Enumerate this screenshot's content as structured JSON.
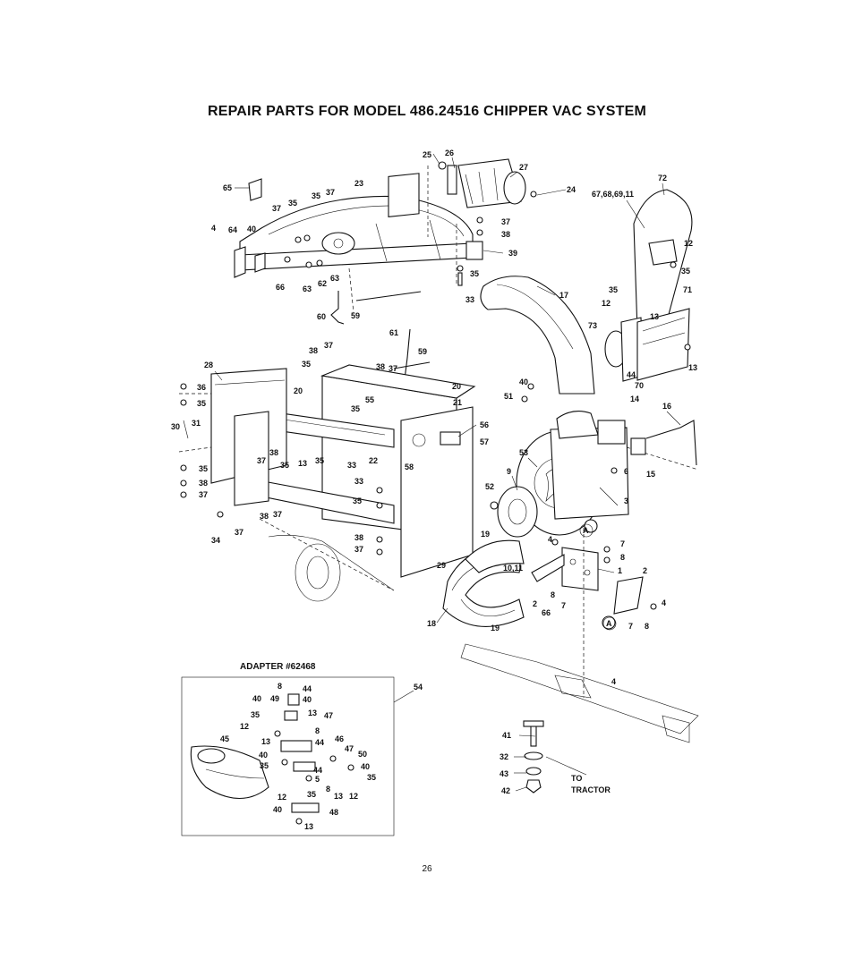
{
  "title": "REPAIR PARTS FOR MODEL 486.24516 CHIPPER VAC SYSTEM",
  "page_number": "26",
  "adapter_heading": "ADAPTER #62468",
  "adapter_ref": "54",
  "tractor_label_line1": "TO",
  "tractor_label_line2": "TRACTOR",
  "callout_a": "A",
  "callouts": {
    "c25": "25",
    "c26": "26",
    "c27": "27",
    "c24": "24",
    "c23": "23",
    "c65": "65",
    "c37a": "37",
    "c35a": "35",
    "c35b": "35",
    "c37b": "37",
    "c4a": "4",
    "c64": "64",
    "c40a": "40",
    "c66a": "66",
    "c63a": "63",
    "c62": "62",
    "c63b": "63",
    "c37c": "37",
    "c38a": "38",
    "c39": "39",
    "c35c": "35",
    "c33a": "33",
    "c72": "72",
    "c67": "67,68,69,11",
    "c12a": "12",
    "c35d": "35",
    "c17": "17",
    "c71": "71",
    "c35e": "35",
    "c12b": "12",
    "c13a": "13",
    "c73": "73",
    "c13b": "13",
    "c44a": "44",
    "c70": "70",
    "c60": "60",
    "c59a": "59",
    "c61": "61",
    "c59b": "59",
    "c38b": "38",
    "c37d": "37",
    "c35f": "35",
    "c38c": "38",
    "c37e": "37",
    "c28": "28",
    "c36": "36",
    "c35g": "35",
    "c20a": "20",
    "c20b": "20",
    "c21": "21",
    "c55": "55",
    "c35h": "35",
    "c30": "30",
    "c31": "31",
    "c56": "56",
    "c57": "57",
    "c40b": "40",
    "c51": "51",
    "c14": "14",
    "c16": "16",
    "c38d": "38",
    "c37f": "37",
    "c35i": "35",
    "c13c": "13",
    "c35j": "35",
    "c33b": "33",
    "c22": "22",
    "c58": "58",
    "c53": "53",
    "c6": "6",
    "c15": "15",
    "c35k": "35",
    "c38e": "38",
    "c37g": "37",
    "c9": "9",
    "c3": "3",
    "c33c": "33",
    "c52": "52",
    "c35l": "35",
    "c38f": "38",
    "c37h": "37",
    "c34": "34",
    "c37i": "37",
    "c38g": "38",
    "c37j": "37",
    "c19a": "19",
    "c4b": "4",
    "c7a": "7",
    "c8a": "8",
    "c29": "29",
    "c1011": "10,11",
    "c1": "1",
    "c2a": "2",
    "c8b": "8",
    "c2b": "2",
    "c66b": "66",
    "c7b": "7",
    "c4c": "4",
    "c7c": "7",
    "c8c": "8",
    "c18": "18",
    "c19b": "19",
    "c4d": "4",
    "c8d": "8",
    "c44b": "44",
    "c40c": "40",
    "c49": "49",
    "c40d": "40",
    "c35m": "35",
    "c13d": "13",
    "c47a": "47",
    "c12c": "12",
    "c8e": "8",
    "c45": "45",
    "c13e": "13",
    "c44c": "44",
    "c46": "46",
    "c40e": "40",
    "c47b": "47",
    "c50": "50",
    "c35n": "35",
    "c44d": "44",
    "c40f": "40",
    "c5": "5",
    "c35o": "35",
    "c8f": "8",
    "c13f": "13",
    "c12d": "12",
    "c12e": "12",
    "c35p": "35",
    "c40g": "40",
    "c48": "48",
    "c13g": "13",
    "c41": "41",
    "c32": "32",
    "c43": "43",
    "c42": "42"
  }
}
